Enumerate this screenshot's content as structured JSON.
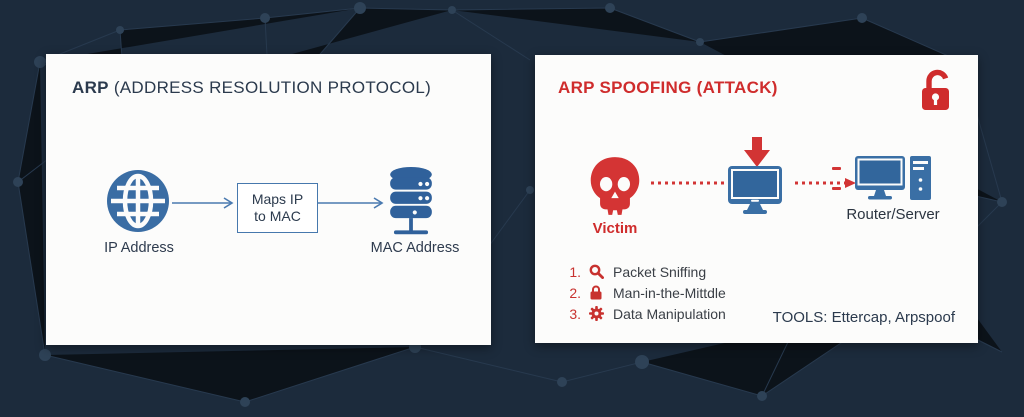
{
  "left_card": {
    "title_bold": "ARP",
    "title_rest": " (ADDRESS RESOLUTION PROTOCOL)",
    "source_icon": "globe-icon",
    "source_label": "IP Address",
    "box_label_line1": "Maps IP",
    "box_label_line2": "to MAC",
    "target_icon": "database-icon",
    "target_label": "MAC Address"
  },
  "right_card": {
    "title": "ARP SPOOFING (ATTACK)",
    "corner_icon": "open-lock-icon",
    "victim_icon": "skull-icon",
    "victim_label": "Victim",
    "middle_icon": "monitor-icon",
    "middle_marker_icon": "down-arrow-icon",
    "router_icon": "desktop-computer-icon",
    "router_label": "Router/Server",
    "attack_steps": [
      {
        "number": "1.",
        "icon": "magnifier-icon",
        "label": "Packet Sniffing"
      },
      {
        "number": "2.",
        "icon": "lock-icon",
        "label": "Man-in-the-Mittdle"
      },
      {
        "number": "3.",
        "icon": "gear-icon",
        "label": "Data Manipulation"
      }
    ],
    "tools_label": "TOOLS: Ettercap, Arpspoof"
  },
  "colors": {
    "background": "#1c2b3c",
    "card": "#fcfcfb",
    "navy_text": "#2b3a4d",
    "red_accent": "#cf2c2c",
    "blue_icon": "#38699f"
  }
}
